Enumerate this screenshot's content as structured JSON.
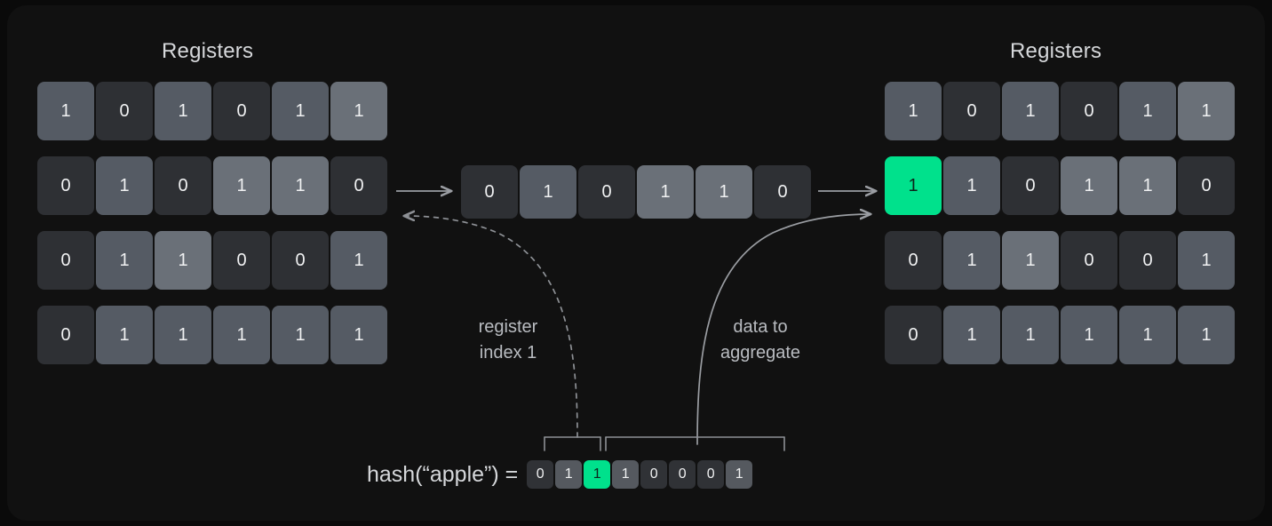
{
  "theme": {
    "page_bg": "#0a0a0a",
    "card_bg": "#111111",
    "cell_off": "#2e3034",
    "cell_on": "#555b64",
    "cell_on_light": "#6a7078",
    "highlight": "#00e18c",
    "text": "#f0f1f2",
    "muted_text": "#b9bcc1",
    "stroke": "#9a9da2"
  },
  "left_panel": {
    "title": "Registers",
    "rows": [
      [
        {
          "v": "1",
          "s": "on"
        },
        {
          "v": "0",
          "s": "off"
        },
        {
          "v": "1",
          "s": "on"
        },
        {
          "v": "0",
          "s": "off"
        },
        {
          "v": "1",
          "s": "on"
        },
        {
          "v": "1",
          "s": "on2"
        }
      ],
      [
        {
          "v": "0",
          "s": "off"
        },
        {
          "v": "1",
          "s": "on"
        },
        {
          "v": "0",
          "s": "off"
        },
        {
          "v": "1",
          "s": "on2"
        },
        {
          "v": "1",
          "s": "on2"
        },
        {
          "v": "0",
          "s": "off"
        }
      ],
      [
        {
          "v": "0",
          "s": "off"
        },
        {
          "v": "1",
          "s": "on"
        },
        {
          "v": "1",
          "s": "on2"
        },
        {
          "v": "0",
          "s": "off"
        },
        {
          "v": "0",
          "s": "off"
        },
        {
          "v": "1",
          "s": "on"
        }
      ],
      [
        {
          "v": "0",
          "s": "off"
        },
        {
          "v": "1",
          "s": "on"
        },
        {
          "v": "1",
          "s": "on"
        },
        {
          "v": "1",
          "s": "on"
        },
        {
          "v": "1",
          "s": "on"
        },
        {
          "v": "1",
          "s": "on"
        }
      ]
    ]
  },
  "middle_register": {
    "cells": [
      {
        "v": "0",
        "s": "off"
      },
      {
        "v": "1",
        "s": "on"
      },
      {
        "v": "0",
        "s": "off"
      },
      {
        "v": "1",
        "s": "on2"
      },
      {
        "v": "1",
        "s": "on2"
      },
      {
        "v": "0",
        "s": "off"
      }
    ]
  },
  "right_panel": {
    "title": "Registers",
    "rows": [
      [
        {
          "v": "1",
          "s": "on"
        },
        {
          "v": "0",
          "s": "off"
        },
        {
          "v": "1",
          "s": "on"
        },
        {
          "v": "0",
          "s": "off"
        },
        {
          "v": "1",
          "s": "on"
        },
        {
          "v": "1",
          "s": "on2"
        }
      ],
      [
        {
          "v": "1",
          "s": "hl"
        },
        {
          "v": "1",
          "s": "on"
        },
        {
          "v": "0",
          "s": "off"
        },
        {
          "v": "1",
          "s": "on2"
        },
        {
          "v": "1",
          "s": "on2"
        },
        {
          "v": "0",
          "s": "off"
        }
      ],
      [
        {
          "v": "0",
          "s": "off"
        },
        {
          "v": "1",
          "s": "on"
        },
        {
          "v": "1",
          "s": "on2"
        },
        {
          "v": "0",
          "s": "off"
        },
        {
          "v": "0",
          "s": "off"
        },
        {
          "v": "1",
          "s": "on"
        }
      ],
      [
        {
          "v": "0",
          "s": "off"
        },
        {
          "v": "1",
          "s": "on"
        },
        {
          "v": "1",
          "s": "on"
        },
        {
          "v": "1",
          "s": "on"
        },
        {
          "v": "1",
          "s": "on"
        },
        {
          "v": "1",
          "s": "on"
        }
      ]
    ]
  },
  "labels": {
    "register_index": "register\nindex 1",
    "data_to_aggregate": "data to\naggregate"
  },
  "hash": {
    "expression": "hash(“apple”) =",
    "bits": [
      {
        "v": "0",
        "s": "off"
      },
      {
        "v": "1",
        "s": "on"
      },
      {
        "v": "1",
        "s": "hl"
      },
      {
        "v": "1",
        "s": "on"
      },
      {
        "v": "0",
        "s": "off"
      },
      {
        "v": "0",
        "s": "off"
      },
      {
        "v": "0",
        "s": "off"
      },
      {
        "v": "1",
        "s": "on"
      }
    ],
    "index_bracket_span": "bits 0-1",
    "data_bracket_span": "bits 2-7"
  }
}
